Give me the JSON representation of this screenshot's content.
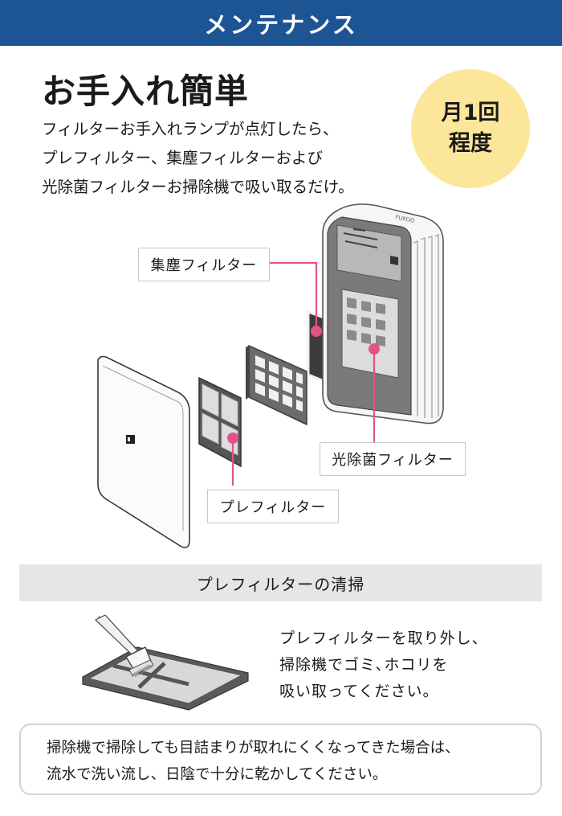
{
  "header": {
    "title": "メンテナンス"
  },
  "intro": {
    "title": "お手入れ簡単",
    "lines": [
      "フィルターお手入れランプが点灯したら、",
      "プレフィルター、集塵フィルターおよび",
      "光除菌フィルターお掃除機で吸い取るだけ。"
    ]
  },
  "badge": {
    "line1": "月1回",
    "line2": "程度"
  },
  "diagram": {
    "labels": {
      "dust_filter": "集塵フィルター",
      "photocatalyst_filter": "光除菌フィルター",
      "pre_filter": "プレフィルター"
    },
    "device_brand": "FUKOO",
    "accent_color": "#e4528a"
  },
  "section": {
    "title": "プレフィルターの清掃"
  },
  "steps": {
    "lines": [
      "プレフィルターを取り外し、",
      "掃除機でゴミ､ホコリを",
      "吸い取ってください。"
    ]
  },
  "note": {
    "lines": [
      "掃除機で掃除しても目詰まりが取れにくくなってきた場合は、",
      "流水で洗い流し、日陰で十分に乾かしてください。"
    ]
  },
  "colors": {
    "header_bg": "#1d5494",
    "badge_bg": "#fbe69a",
    "section_bg": "#e6e6e6"
  }
}
